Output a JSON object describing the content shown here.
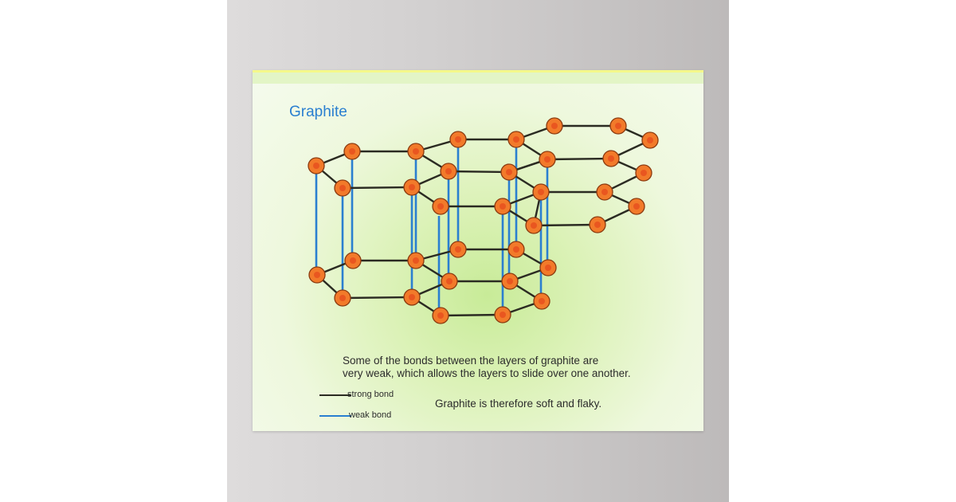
{
  "poster": {
    "title": "Graphite",
    "description_line1": "Some of the bonds between the layers of graphite are",
    "description_line2": "very weak, which allows the layers to slide over one another.",
    "conclusion": "Graphite is therefore soft and flaky.",
    "legend": {
      "strong_label": "strong bond",
      "weak_label": "weak bond",
      "strong_color": "#2b2b22",
      "weak_color": "#2a7fd0"
    },
    "atom_color": "#f27a2a",
    "title_color": "#2a7fd0"
  }
}
